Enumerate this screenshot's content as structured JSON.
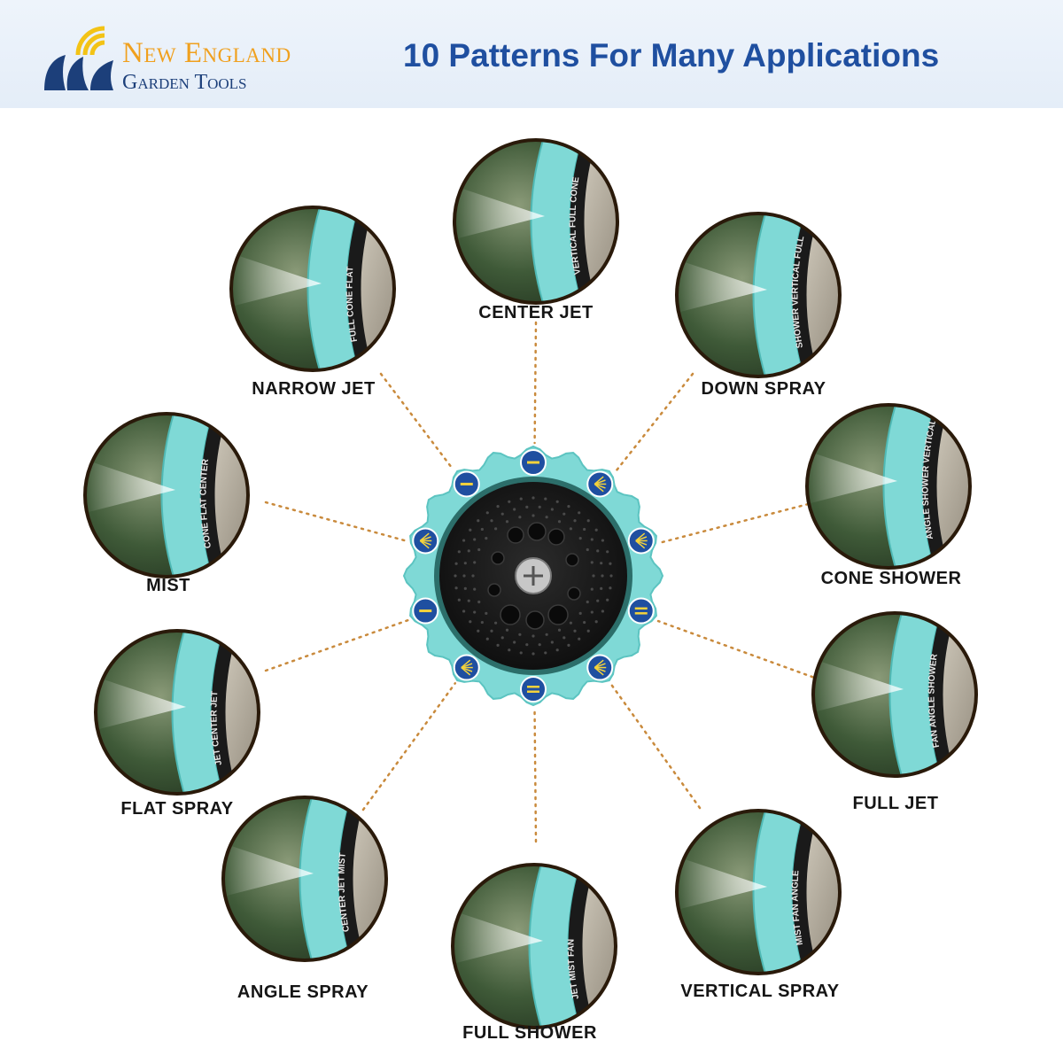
{
  "header": {
    "brand_line1": "New England",
    "brand_line2": "Garden Tools",
    "title": "10 Patterns For Many Applications"
  },
  "colors": {
    "nozzle_teal": "#7fd9d6",
    "marker_blue": "#1f4fa0",
    "marker_glyph": "#f3d23c",
    "connector": "#c98a3c",
    "brand_orange": "#f0a01e",
    "brand_blue": "#1c3f7a"
  },
  "patterns": [
    {
      "id": "center-jet",
      "label": "CENTER JET",
      "dial": [
        "VERTICAL",
        "FULL",
        "CONE"
      ]
    },
    {
      "id": "down-spray",
      "label": "DOWN SPRAY",
      "dial": [
        "SHOWER",
        "VERTICAL",
        "FULL"
      ]
    },
    {
      "id": "cone-shower",
      "label": "CONE SHOWER",
      "dial": [
        "ANGLE",
        "SHOWER",
        "VERTICAL"
      ]
    },
    {
      "id": "full-jet",
      "label": "FULL JET",
      "dial": [
        "FAN",
        "ANGLE",
        "SHOWER"
      ]
    },
    {
      "id": "vertical-spray",
      "label": "VERTICAL SPRAY",
      "dial": [
        "MIST",
        "FAN",
        "ANGLE"
      ]
    },
    {
      "id": "full-shower",
      "label": "FULL SHOWER",
      "dial": [
        "JET",
        "MIST",
        "FAN"
      ]
    },
    {
      "id": "angle-spray",
      "label": "ANGLE SPRAY",
      "dial": [
        "CENTER",
        "JET",
        "MIST"
      ]
    },
    {
      "id": "flat-spray",
      "label": "FLAT SPRAY",
      "dial": [
        "JET",
        "CENTER",
        "JET"
      ]
    },
    {
      "id": "mist",
      "label": "MIST",
      "dial": [
        "CONE",
        "FLAT",
        "CENTER"
      ]
    },
    {
      "id": "narrow-jet",
      "label": "NARROW JET",
      "dial": [
        "FULL",
        "CONE",
        "FLAT"
      ]
    }
  ]
}
